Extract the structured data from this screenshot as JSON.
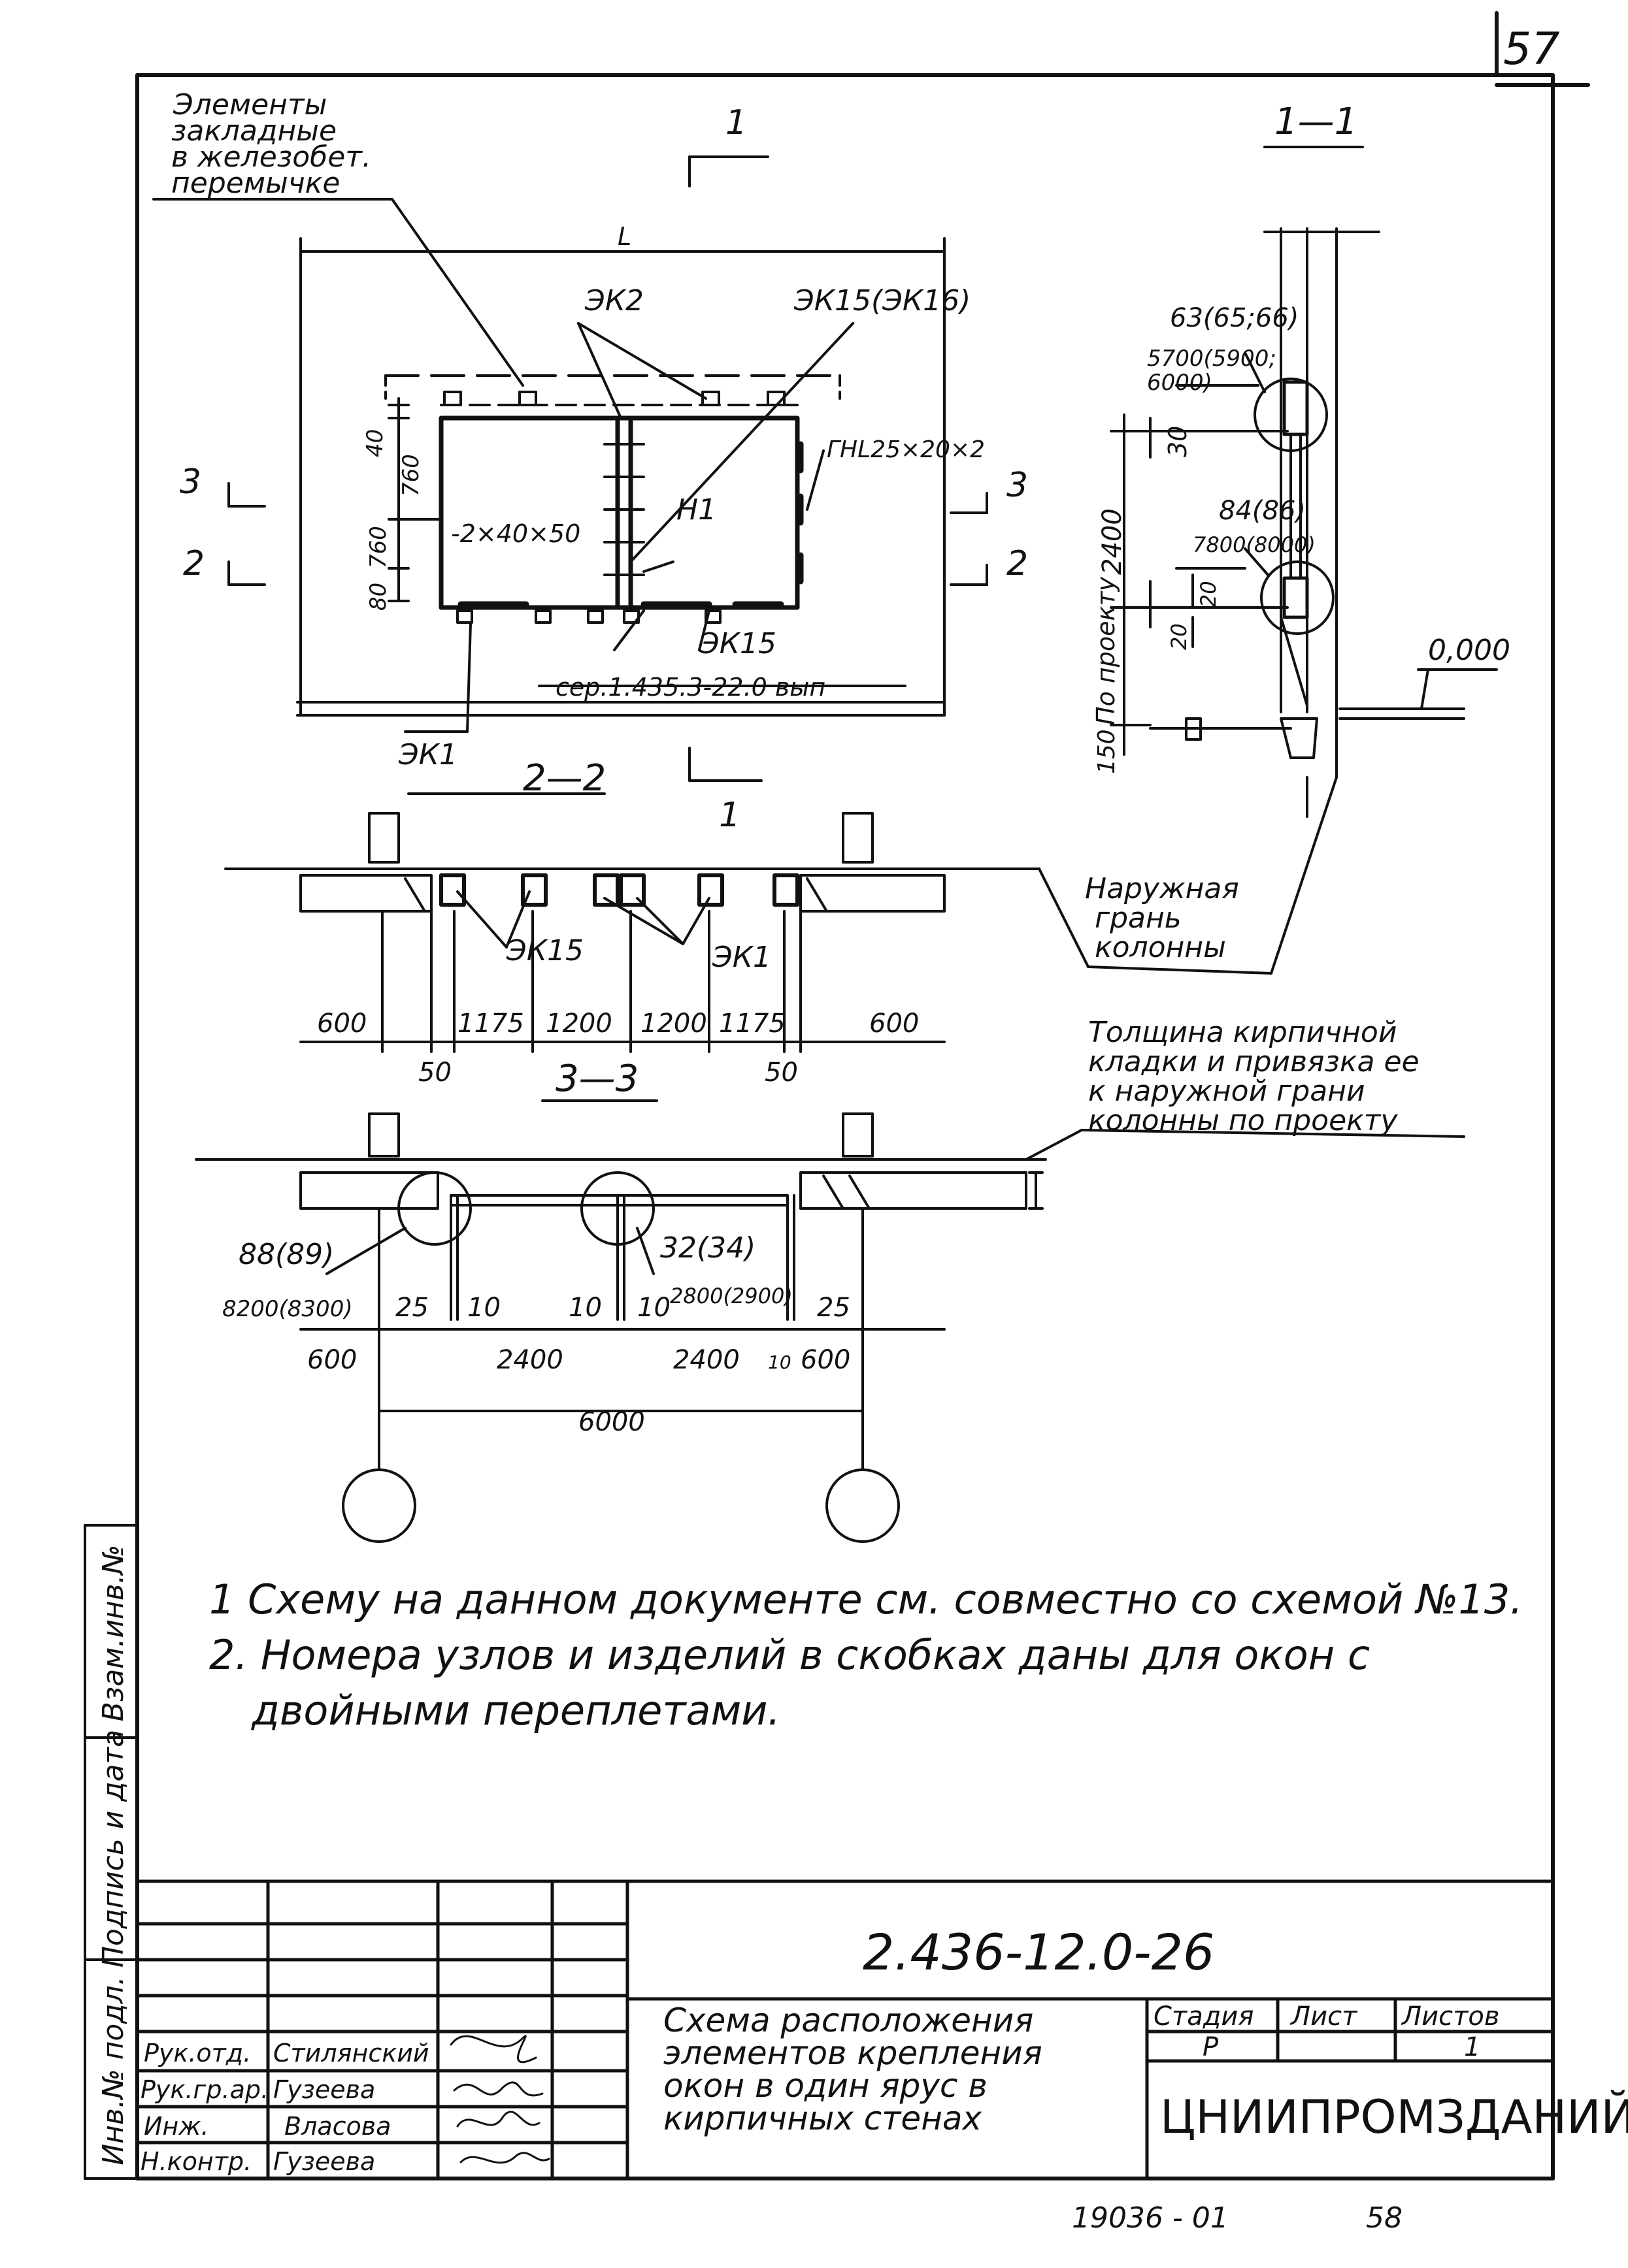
{
  "sheet_number": "57",
  "plan": {
    "embedded_label": [
      "Элементы",
      "закладные",
      "в железобет.",
      "перемычке"
    ],
    "cut_mark_1": "1",
    "cut_mark_2": "2",
    "cut_mark_3": "3",
    "ek2": "ЭК2",
    "ek15_16": "ЭК15(ЭК16)",
    "gn": "ГНL25×20×2",
    "strip": "-2×40×50",
    "h1": "Н1",
    "ek15": "ЭК15",
    "series": "сер.1.435.3-22.0 вып",
    "ek1": "ЭК1",
    "dim_40": "40",
    "dim_760a": "760",
    "dim_80": "80",
    "dim_760b": "760",
    "dim_L": "L"
  },
  "section_1_1": {
    "title": "1—1",
    "node_63": "63(65;66)",
    "node_63_elev": "5700(5900;",
    "node_63_elev2": "6000)",
    "node_84": "84(86)",
    "node_84_elev": "7800(8000)",
    "dim_30": "30",
    "dim_2400": "2400",
    "dim_20a": "20",
    "dim_20b": "20",
    "by_project": "По проекту",
    "dim_150": "150",
    "zero_mark": "0,000"
  },
  "section_2_2": {
    "title": "2—2",
    "ek15": "ЭК15",
    "ek1": "ЭК1",
    "outer_face": [
      "Наружная",
      "грань",
      "колонны"
    ],
    "dims": [
      "600",
      "1175",
      "1200",
      "1200",
      "1175",
      "600"
    ],
    "dim_50a": "50",
    "dim_50b": "50"
  },
  "section_3_3": {
    "title": "3—3",
    "node_88": "88(89)",
    "node_88_elev": "8200(8300)",
    "node_32": "32(34)",
    "node_32_elev": "2800(2900)",
    "dim_25a": "25",
    "dim_10a": "10",
    "dim_10b": "10",
    "dim_10c": "10",
    "dim_25b": "25",
    "dim_600a": "600",
    "dim_2400a": "2400",
    "dim_2400b": "2400",
    "dim_10d": "10",
    "dim_600b": "600",
    "dim_6000": "6000",
    "masonry_note": [
      "Толщина кирпичной",
      "кладки и привязка ее",
      "к наружной грани",
      "колонны по проекту"
    ]
  },
  "notes": [
    "1  Схему на данном документе см. совместно со схемой №13.",
    "2. Номера узлов и изделий в скобках даны для окон с",
    "двойными переплетами."
  ],
  "side_stamp": [
    "Инв.№ подл.",
    "Подпись и дата",
    "Взам.инв.№"
  ],
  "title_block": {
    "doc_code": "2.436-12.0-26",
    "title_lines": [
      "Схема расположения",
      "элементов крепления",
      "окон в один ярус в",
      "кирпичных стенах"
    ],
    "stage_label": "Стадия",
    "sheet_label": "Лист",
    "sheets_label": "Листов",
    "stage_value": "Р",
    "sheets_value": "1",
    "org": "ЦНИИПРОМЗДАНИЙ",
    "people": [
      {
        "role": "Рук.отд.",
        "name": "Стилянский"
      },
      {
        "role": "Рук.гр.ар.",
        "name": "Гузеева"
      },
      {
        "role": "Инж.",
        "name": "Власова"
      },
      {
        "role": "Н.контр.",
        "name": "Гузеева"
      }
    ]
  },
  "footer_code": "19036 - 01",
  "footer_page": "58"
}
